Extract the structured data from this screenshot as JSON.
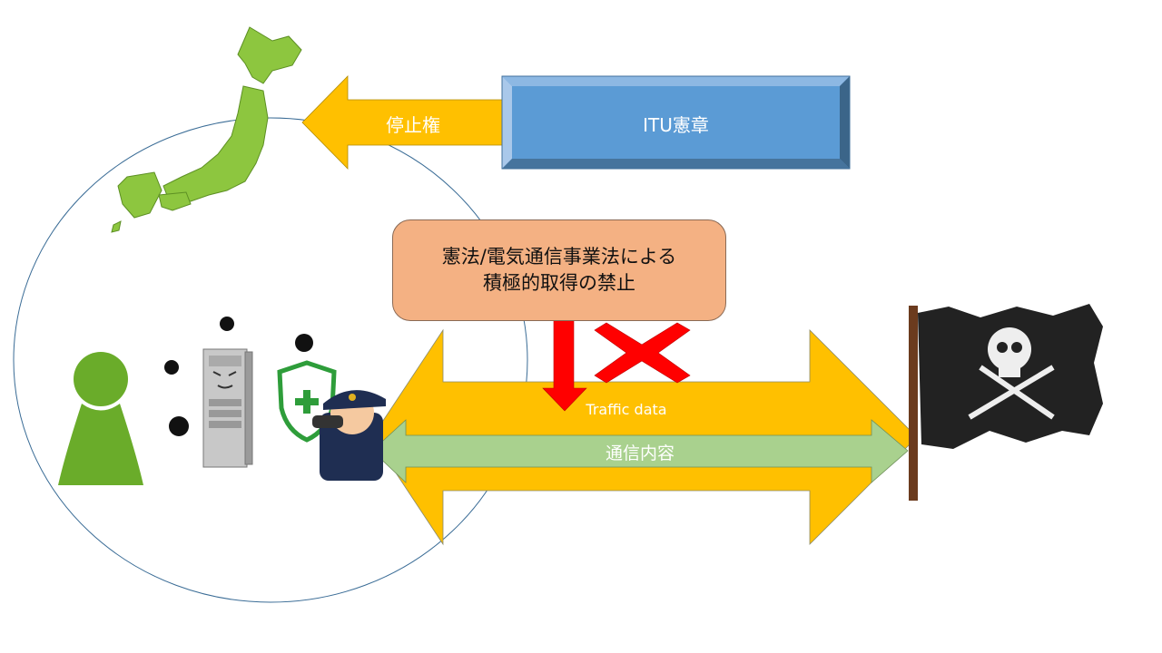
{
  "slide": {
    "itu_box_label": "ITU憲章",
    "stop_right_label": "停止権",
    "legal_box": {
      "line1": "憲法/電気通信事業法による",
      "line2": "積極的取得の禁止"
    },
    "traffic_label": "Traffic data",
    "content_label": "通信内容"
  },
  "colors": {
    "yellow_arrow": "#ffc000",
    "blue_box": "#5b9bd5",
    "legal_box": "#f4b183",
    "green_arrow": "#a9d18e",
    "red": "#ff0000",
    "japan_map": "#8dc63f",
    "user_figure": "#6aac2a"
  }
}
